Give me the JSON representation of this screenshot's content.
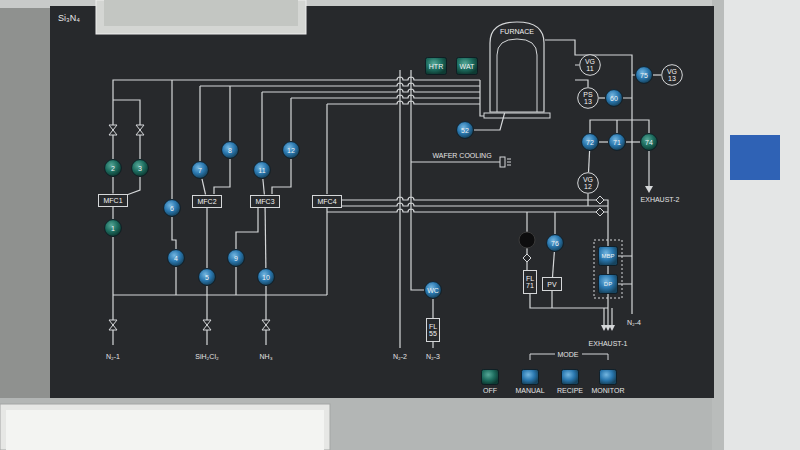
{
  "diagram": {
    "title": "Si₃N₄",
    "nodes": [
      {
        "text": [
          "FURNACE"
        ]
      },
      {
        "text": [
          "HTR"
        ]
      },
      {
        "text": [
          "WAT"
        ]
      },
      {
        "text": [
          "VG 11"
        ]
      },
      {
        "text": [
          "75"
        ]
      },
      {
        "text": [
          "VG 13"
        ]
      },
      {
        "text": [
          "PS 13"
        ]
      },
      {
        "text": [
          "60"
        ]
      },
      {
        "text": [
          "52"
        ]
      },
      {
        "text": [
          "2"
        ]
      },
      {
        "text": [
          "3"
        ]
      },
      {
        "text": [
          "8"
        ]
      },
      {
        "text": [
          "12"
        ]
      },
      {
        "text": [
          "7"
        ]
      },
      {
        "text": [
          "11"
        ]
      },
      {
        "text": [
          "72"
        ]
      },
      {
        "text": [
          "71"
        ]
      },
      {
        "text": [
          "74"
        ]
      },
      {
        "text": [
          "VG 12"
        ]
      },
      {
        "text": [
          "MFC1"
        ]
      },
      {
        "text": [
          "MFC2"
        ]
      },
      {
        "text": [
          "MFC3"
        ]
      },
      {
        "text": [
          "MFC4"
        ]
      },
      {
        "text": [
          "6"
        ]
      },
      {
        "text": [
          "1"
        ]
      },
      {
        "text": [
          "76"
        ]
      },
      {
        "text": [
          "MBP"
        ]
      },
      {
        "text": [
          "4"
        ]
      },
      {
        "text": [
          "9"
        ]
      },
      {
        "text": [
          "DP"
        ]
      },
      {
        "text": [
          "FL 71"
        ]
      },
      {
        "text": [
          "PV"
        ]
      },
      {
        "text": [
          "5"
        ]
      },
      {
        "text": [
          "10"
        ]
      },
      {
        "text": [
          "WC"
        ]
      },
      {
        "text": [
          "FL 55"
        ]
      },
      {
        "text": [
          "OFF"
        ]
      },
      {
        "text": [
          "MANUAL"
        ]
      },
      {
        "text": [
          "RECIPE"
        ]
      },
      {
        "text": [
          "MONITOR"
        ]
      }
    ],
    "edges": [
      {
        "from": 9,
        "to": 19,
        "arrow": "none"
      },
      {
        "from": 10,
        "to": 19,
        "arrow": "none"
      },
      {
        "from": 19,
        "to": 24,
        "arrow": "none"
      },
      {
        "from": 13,
        "to": 20,
        "arrow": "none"
      },
      {
        "from": 20,
        "to": 32,
        "arrow": "none"
      },
      {
        "from": 14,
        "to": 21,
        "arrow": "none"
      },
      {
        "from": 21,
        "to": 33,
        "arrow": "none"
      },
      {
        "from": 0,
        "to": 8,
        "arrow": "none"
      },
      {
        "from": 6,
        "to": 7,
        "arrow": "none"
      },
      {
        "from": 4,
        "to": 5,
        "arrow": "none"
      },
      {
        "from": 15,
        "to": 16,
        "arrow": "none"
      },
      {
        "from": 16,
        "to": 17,
        "arrow": "none"
      },
      {
        "from": 25,
        "to": 31,
        "arrow": "none"
      },
      {
        "from": 26,
        "to": 29,
        "arrow": "none"
      },
      {
        "from": 34,
        "to": 35,
        "arrow": "none"
      },
      {
        "from": 15,
        "to": 18,
        "arrow": "none"
      }
    ],
    "labels": [
      "WAFER COOLING",
      "EXHAUST-2",
      "EXHAUST-1",
      "N₂-4",
      "N₂-1",
      "SiH₂Cl₂",
      "NH₃",
      "N₂-2",
      "N₂-3",
      "MODE"
    ]
  }
}
